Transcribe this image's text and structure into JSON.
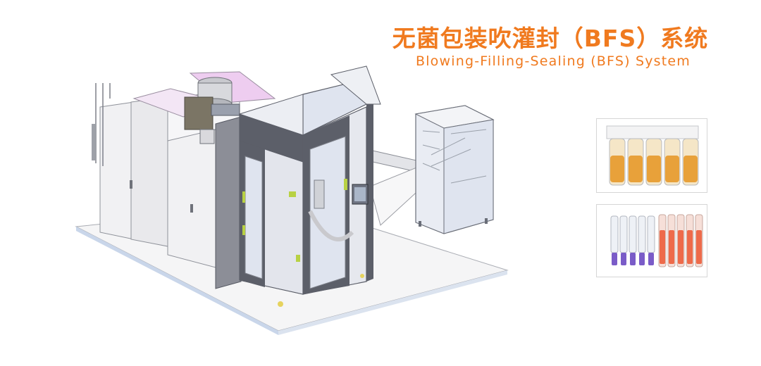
{
  "header": {
    "title_zh": "无菌包装吹灌封（BFS）系统",
    "title_en": "Blowing-Filling-Sealing (BFS) System"
  },
  "colors": {
    "title_zh": "#f07a1f",
    "title_en": "#f07a1f",
    "floor": "#f5f5f6",
    "floor_edge": "#c9d6ea",
    "panel_light": "#f1f1f3",
    "panel_dark": "#5c5f69",
    "panel_mid": "#8c8e97",
    "glass": "#dfe4ef",
    "pink_panel": "#eecdf0",
    "amber_liquid": "#e8a13a",
    "red_liquid": "#ee6a4a",
    "purple_cap": "#7a5cc8"
  },
  "icons": [
    "bfs-machine-illustration",
    "amber-vial-strip",
    "clear-vial-strip",
    "red-vial-strip"
  ]
}
